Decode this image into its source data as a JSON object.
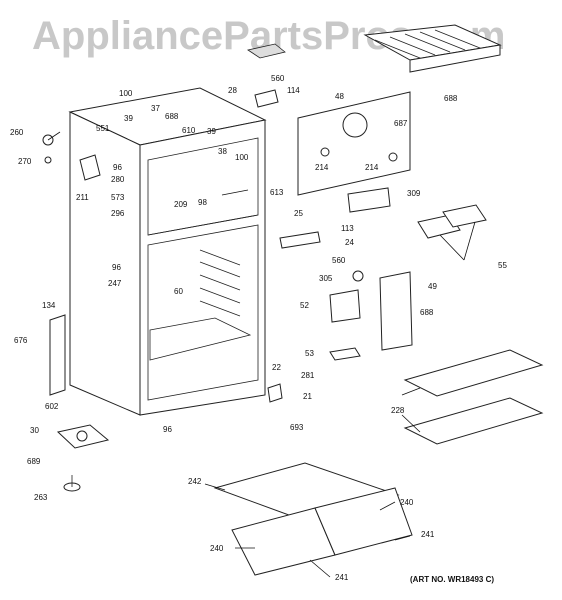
{
  "watermark": "AppliancePartsPros.com",
  "art_number": "(ART NO. WR18493 C)",
  "parts": [
    {
      "num": "100"
    },
    {
      "num": "37"
    },
    {
      "num": "39"
    },
    {
      "num": "551"
    },
    {
      "num": "688"
    },
    {
      "num": "610"
    },
    {
      "num": "39"
    },
    {
      "num": "38"
    },
    {
      "num": "100"
    },
    {
      "num": "260"
    },
    {
      "num": "270"
    },
    {
      "num": "96"
    },
    {
      "num": "280"
    },
    {
      "num": "211"
    },
    {
      "num": "573"
    },
    {
      "num": "296"
    },
    {
      "num": "209"
    },
    {
      "num": "98"
    },
    {
      "num": "613"
    },
    {
      "num": "28"
    },
    {
      "num": "560"
    },
    {
      "num": "114"
    },
    {
      "num": "48"
    },
    {
      "num": "688"
    },
    {
      "num": "687"
    },
    {
      "num": "214"
    },
    {
      "num": "214"
    },
    {
      "num": "309"
    },
    {
      "num": "25"
    },
    {
      "num": "113"
    },
    {
      "num": "24"
    },
    {
      "num": "560"
    },
    {
      "num": "55"
    },
    {
      "num": "305"
    },
    {
      "num": "49"
    },
    {
      "num": "96"
    },
    {
      "num": "247"
    },
    {
      "num": "60"
    },
    {
      "num": "52"
    },
    {
      "num": "688"
    },
    {
      "num": "134"
    },
    {
      "num": "676"
    },
    {
      "num": "53"
    },
    {
      "num": "22"
    },
    {
      "num": "281"
    },
    {
      "num": "21"
    },
    {
      "num": "693"
    },
    {
      "num": "228"
    },
    {
      "num": "602"
    },
    {
      "num": "30"
    },
    {
      "num": "96"
    },
    {
      "num": "689"
    },
    {
      "num": "263"
    },
    {
      "num": "242"
    },
    {
      "num": "240"
    },
    {
      "num": "240"
    },
    {
      "num": "241"
    },
    {
      "num": "241"
    }
  ]
}
